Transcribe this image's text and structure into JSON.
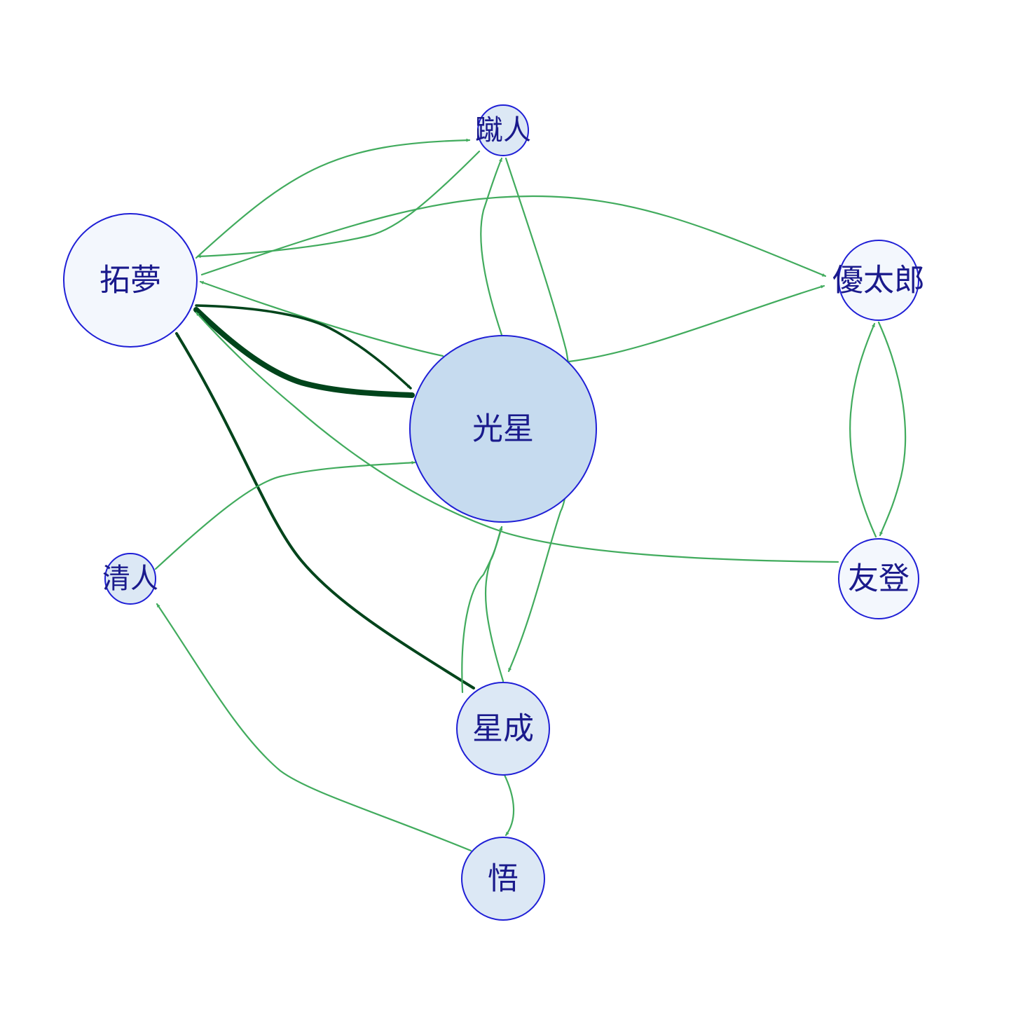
{
  "graph": {
    "colors": {
      "node_fill_light": "#f3f7fd",
      "node_fill_mid": "#dce8f5",
      "node_fill_center": "#c6dbef",
      "node_stroke": "#1f1fd6",
      "label": "#1a1a8c",
      "edge_light": "#41ab5d",
      "edge_dark": "#00441b"
    },
    "nodes": [
      {
        "id": "kojin",
        "label": "蹴人"
      },
      {
        "id": "takumu",
        "label": "拓夢"
      },
      {
        "id": "yutaro",
        "label": "優太郎"
      },
      {
        "id": "kosei",
        "label": "光星"
      },
      {
        "id": "kiyoto",
        "label": "清人"
      },
      {
        "id": "tomoto",
        "label": "友登"
      },
      {
        "id": "seinari",
        "label": "星成"
      },
      {
        "id": "satoru",
        "label": "悟"
      }
    ],
    "edges": [
      {
        "from": "takumu",
        "to": "kojin",
        "weight": 1
      },
      {
        "from": "kojin",
        "to": "takumu",
        "weight": 1
      },
      {
        "from": "takumu",
        "to": "yutaro",
        "weight": 1
      },
      {
        "from": "kosei",
        "to": "kojin",
        "weight": 1
      },
      {
        "from": "kosei",
        "to": "takumu",
        "weight": 1
      },
      {
        "from": "kosei",
        "to": "yutaro",
        "weight": 1
      },
      {
        "from": "takumu",
        "to": "kosei",
        "weight": 4
      },
      {
        "from": "takumu",
        "to": "kosei",
        "weight": 2
      },
      {
        "from": "kojin",
        "to": "seinari",
        "weight": 1
      },
      {
        "from": "tomoto",
        "to": "takumu",
        "weight": 1
      },
      {
        "from": "seinari",
        "to": "takumu",
        "weight": 3
      },
      {
        "from": "kiyoto",
        "to": "kosei",
        "weight": 1
      },
      {
        "from": "seinari",
        "to": "kosei",
        "weight": 1
      },
      {
        "from": "satoru",
        "to": "kosei",
        "weight": 1
      },
      {
        "from": "seinari",
        "to": "satoru",
        "weight": 1
      },
      {
        "from": "satoru",
        "to": "kiyoto",
        "weight": 1
      },
      {
        "from": "yutaro",
        "to": "tomoto",
        "weight": 1
      },
      {
        "from": "tomoto",
        "to": "yutaro",
        "weight": 1
      }
    ]
  }
}
